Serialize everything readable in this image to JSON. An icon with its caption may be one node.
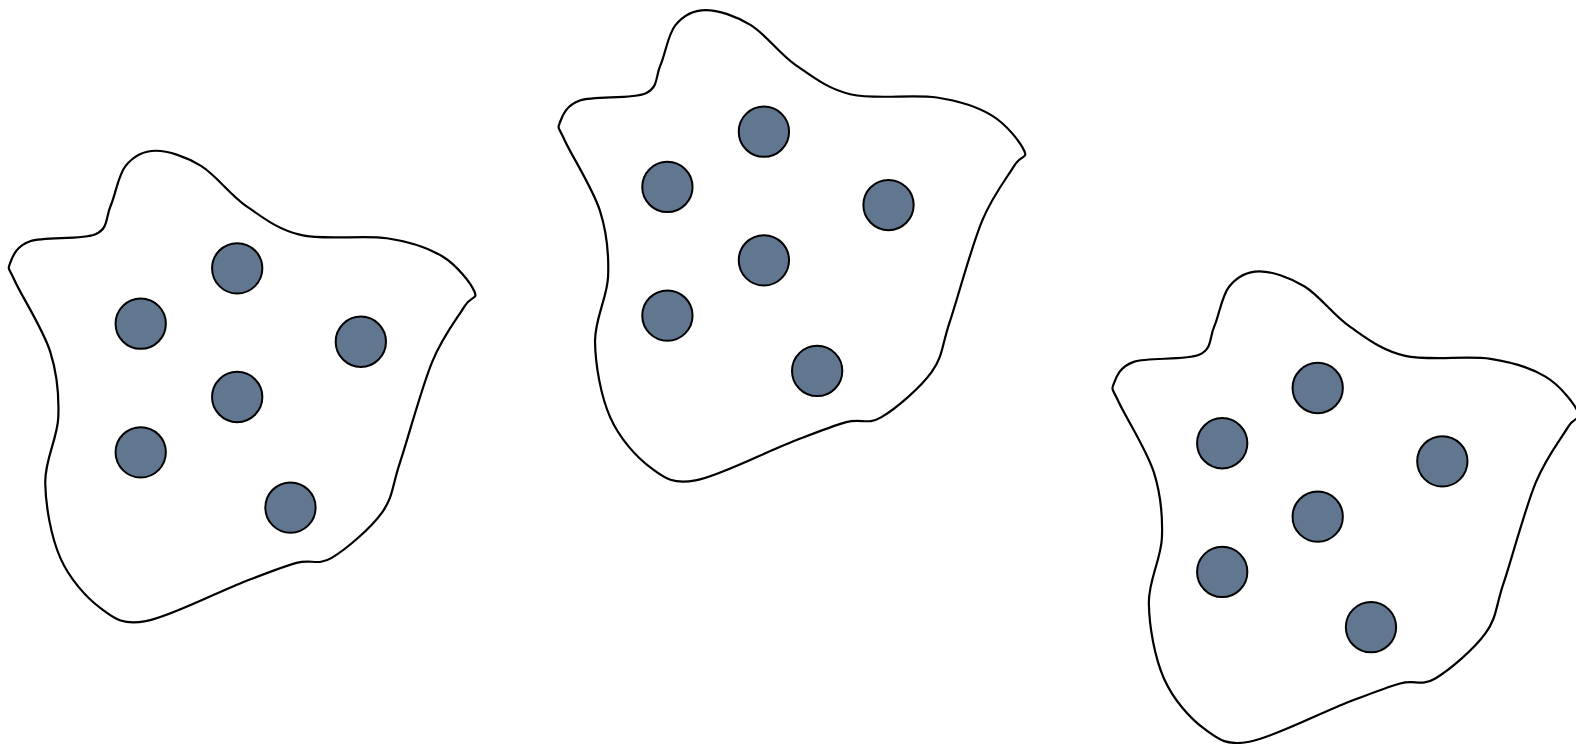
{
  "diagram": {
    "nodes": [
      {
        "text": [],
        "shape": "cloud"
      },
      {
        "text": [],
        "shape": "circle",
        "in": 0
      },
      {
        "text": [],
        "shape": "circle",
        "in": 0
      },
      {
        "text": [],
        "shape": "circle",
        "in": 0
      },
      {
        "text": [],
        "shape": "circle",
        "in": 0
      },
      {
        "text": [],
        "shape": "circle",
        "in": 0
      },
      {
        "text": [],
        "shape": "circle",
        "in": 0
      },
      {
        "text": [],
        "shape": "cloud"
      },
      {
        "text": [],
        "shape": "circle",
        "in": 7
      },
      {
        "text": [],
        "shape": "circle",
        "in": 7
      },
      {
        "text": [],
        "shape": "circle",
        "in": 7
      },
      {
        "text": [],
        "shape": "circle",
        "in": 7
      },
      {
        "text": [],
        "shape": "circle",
        "in": 7
      },
      {
        "text": [],
        "shape": "circle",
        "in": 7
      },
      {
        "text": [],
        "shape": "cloud"
      },
      {
        "text": [],
        "shape": "circle",
        "in": 14
      },
      {
        "text": [],
        "shape": "circle",
        "in": 14
      },
      {
        "text": [],
        "shape": "circle",
        "in": 14
      },
      {
        "text": [],
        "shape": "circle",
        "in": 14
      },
      {
        "text": [],
        "shape": "circle",
        "in": 14
      },
      {
        "text": [],
        "shape": "circle",
        "in": 14
      }
    ]
  }
}
